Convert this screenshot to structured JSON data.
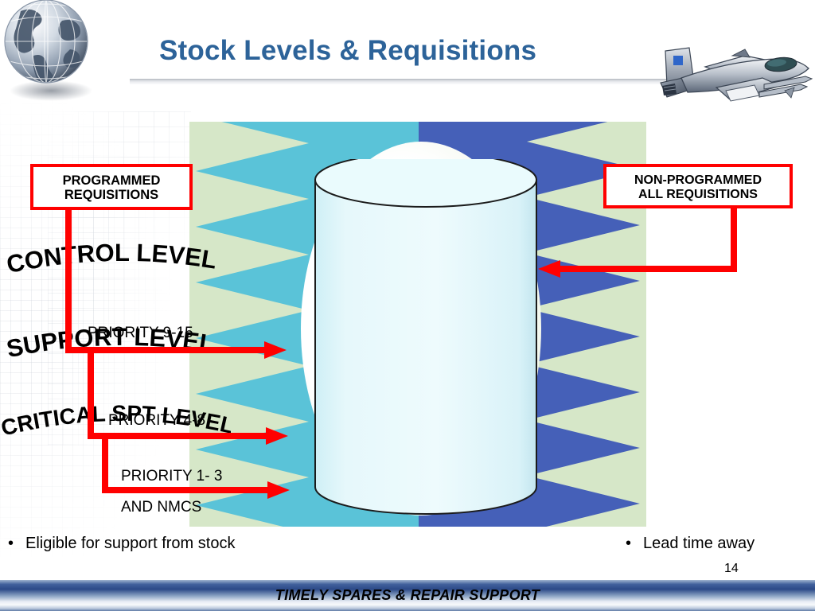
{
  "header": {
    "title": "Stock Levels & Requisitions",
    "title_color": "#2d6399",
    "globe_icon": "globe-icon",
    "jet_icon": "fighter-jet-icon"
  },
  "callouts": {
    "left": {
      "line1": "PROGRAMMED",
      "line2": "REQUISITIONS"
    },
    "right": {
      "line1": "NON-PROGRAMMED",
      "line2": "ALL REQUISITIONS"
    },
    "border_color": "#ff0000"
  },
  "priorities": [
    {
      "id": "priority-9-15",
      "label": "PRIORITY 9-15"
    },
    {
      "id": "priority-4-8",
      "label": "PRIORITY 4-8"
    },
    {
      "id": "priority-1-3",
      "label": "PRIORITY 1- 3"
    },
    {
      "id": "and-nmcs",
      "label": "AND NMCS"
    }
  ],
  "cylinder": {
    "bands": [
      {
        "id": "control-level",
        "label": "CONTROL LEVEL"
      },
      {
        "id": "support-level",
        "label": "SUPPORT LEVEL"
      },
      {
        "id": "critical-spt-level",
        "label": "CRITICAL SPT LEVEL"
      }
    ],
    "body_color": "#e2f6f9",
    "halo_color": "#ffffff"
  },
  "panel": {
    "left_background": "#5ac3d8",
    "right_background": "#4560b8",
    "chevron_color": "#d6e7c8"
  },
  "bullets": {
    "left": "Eligible for support from stock",
    "right": "Lead time away",
    "marker": "•"
  },
  "page_number": "14",
  "footer": {
    "text": "TIMELY SPARES & REPAIR SUPPORT"
  }
}
